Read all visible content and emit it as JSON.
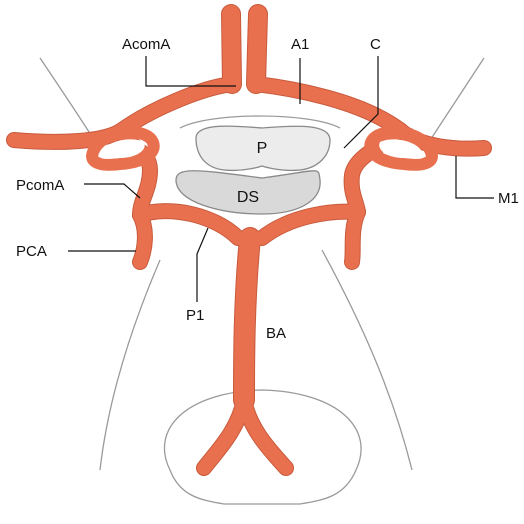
{
  "labels": {
    "acoma": "AcomA",
    "a1": "A1",
    "c": "C",
    "pcoma": "PcomA",
    "m1": "M1",
    "pca": "PCA",
    "p1": "P1",
    "ba": "BA",
    "p": "P",
    "ds": "DS"
  },
  "colors": {
    "artery": "#e8704f",
    "artery_edge": "#c85a3c",
    "outline": "#9a9a9a"
  }
}
